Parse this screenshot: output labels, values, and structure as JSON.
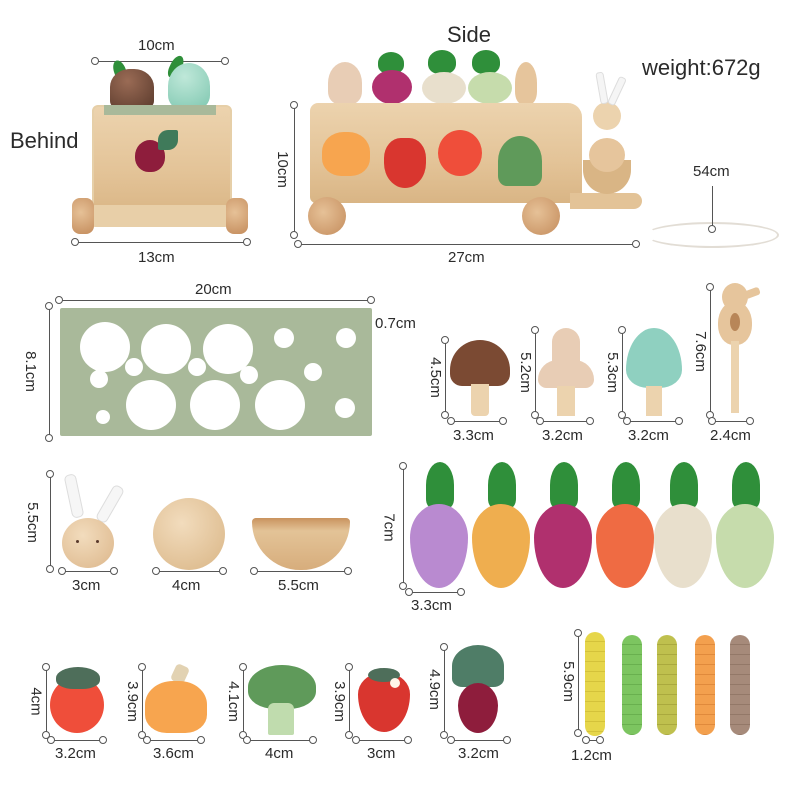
{
  "labels": {
    "behind": "Behind",
    "side": "Side",
    "weight": "weight:672g"
  },
  "behind_view": {
    "top_width": "10cm",
    "base_width": "13cm"
  },
  "side_view": {
    "height": "10cm",
    "length": "27cm",
    "rope_length": "54cm"
  },
  "shape_board": {
    "width": "20cm",
    "height": "8.1cm",
    "thickness": "0.7cm",
    "color": "#a9b99a"
  },
  "pegs": [
    {
      "name": "brown-mushroom",
      "height": "4.5cm",
      "width": "3.3cm",
      "color": "#7b4a33"
    },
    {
      "name": "beige-mushroom",
      "height": "5.2cm",
      "width": "3.2cm",
      "color": "#e8cdb5"
    },
    {
      "name": "mint-tree",
      "height": "5.3cm",
      "width": "3.2cm",
      "color": "#8fd0c0"
    },
    {
      "name": "wood-bird",
      "height": "7.6cm",
      "width": "2.4cm",
      "color": "#e6c59c"
    }
  ],
  "stacker": [
    {
      "name": "bunny-head",
      "height": "5.5cm",
      "width": "3cm"
    },
    {
      "name": "wood-ball",
      "width": "4cm"
    },
    {
      "name": "wood-bowl",
      "width": "5.5cm"
    }
  ],
  "radishes": {
    "height": "7cm",
    "width": "3.3cm",
    "colors": [
      "#b98ad0",
      "#efae4f",
      "#b0306e",
      "#ef6b43",
      "#e8dfcc",
      "#c6dcac"
    ]
  },
  "shapes": [
    {
      "name": "tomato",
      "height": "4cm",
      "width": "3.2cm",
      "color": "#ef4e3a"
    },
    {
      "name": "pumpkin",
      "height": "3.9cm",
      "width": "3.6cm",
      "color": "#f7a54f"
    },
    {
      "name": "broccoli",
      "height": "4.1cm",
      "width": "4cm",
      "color": "#5f9a5a"
    },
    {
      "name": "strawberry",
      "height": "3.9cm",
      "width": "3cm",
      "color": "#d9362f"
    },
    {
      "name": "beet",
      "height": "4.9cm",
      "width": "3.2cm",
      "color": "#8e1d3c"
    }
  ],
  "worms": {
    "height": "5.9cm",
    "width": "1.2cm",
    "colors": [
      "#e6d64a",
      "#7cc560",
      "#bfc04e",
      "#f3a04e",
      "#a68a7a"
    ]
  }
}
